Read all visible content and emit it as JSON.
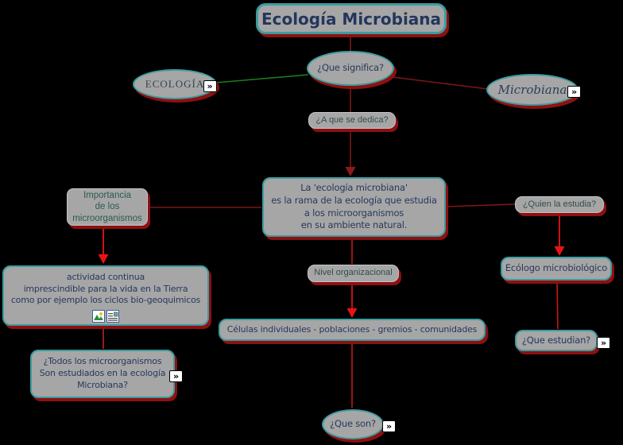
{
  "map": {
    "title": "Ecología Microbiana"
  },
  "nodes": {
    "que_significa": "¿Que significa?",
    "ecologia": "ECOLOGÍA",
    "microbiana": "Microbiana",
    "a_que_se_dedica": "¿A que se dedica?",
    "central": "La 'ecología microbiana'\nes la rama de la ecología que estudia\na los microorganismos\nen su ambiente natural.",
    "importancia": "Importancia\nde los\nmicroorganismos",
    "quien_la_estudia": "¿Quien la estudia?",
    "actividad": "actividad continua\nimprescindible para la vida en la Tierra\ncomo por ejemplo los ciclos bio-geoquimicos",
    "nivel_organizacional": "Nivel organizacional",
    "ecologo": "Ecólogo microbiológico",
    "celulas": "Células individuales - poblaciones - gremios - comunidades",
    "todos": "¿Todos los microorganismos\nSon estudiados en la ecología\nMicrobiana?",
    "que_estudian": "¿Que estudian?",
    "que_son": "¿Que son?"
  },
  "icons": {
    "link_glyph": "»"
  },
  "colors": {
    "background": "#000000",
    "node_fill": "#a6a6a6",
    "teal_border": "#3c9ca0",
    "shadow_red": "#8e1010",
    "edge_dark_red": "#7e1616",
    "edge_bright_red": "#e81414",
    "edge_medium_red": "#c81616",
    "edge_green": "#1d7a1d",
    "text_navy": "#26395c"
  }
}
